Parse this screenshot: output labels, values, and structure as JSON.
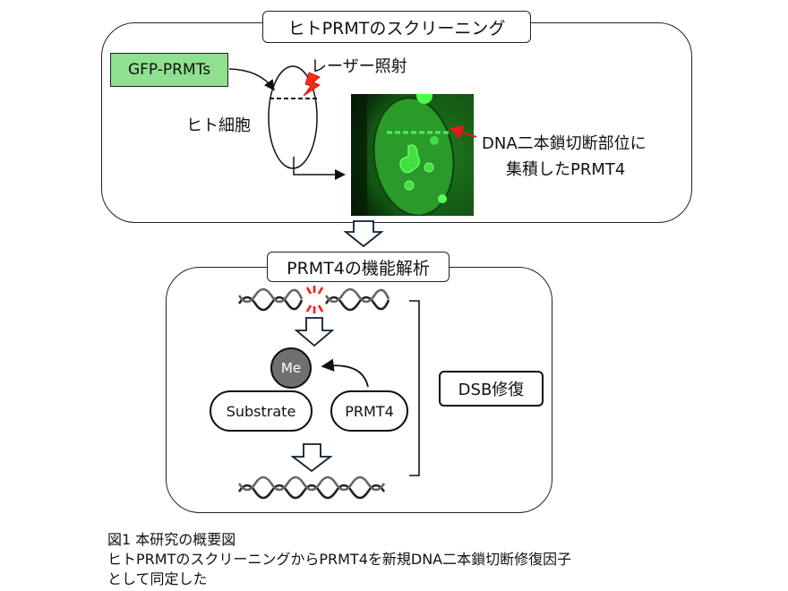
{
  "screening_panel": {
    "title": "ヒトPRMTのスクリーニング",
    "gfp_label": "GFP-PRMTs",
    "laser_label": "レーザー照射",
    "cell_label": "ヒト細胞",
    "result_label_line1": "DNA二本鎖切断部位に",
    "result_label_line2": "集積したPRMT4",
    "icons": [
      "lightning-icon",
      "cell-ellipse-icon",
      "fluorescence-microscopy-image",
      "red-arrow-icon"
    ]
  },
  "analysis_panel": {
    "title": "PRMT4の機能解析",
    "methyl_label": "Me",
    "substrate_label": "Substrate",
    "enzyme_label": "PRMT4",
    "outcome_label": "DSB修復",
    "icons": [
      "broken-dna-icon",
      "dna-break-burst-icon",
      "hollow-down-arrow-icon",
      "repaired-dna-icon",
      "bracket-icon"
    ]
  },
  "caption": {
    "line1": "図1 本研究の概要図",
    "line2": "ヒトPRMTのスクリーニングからPRMT4を新規DNA二本鎖切断修復因子",
    "line3": "として同定した"
  },
  "colors": {
    "gfp_box": "#8fe08f",
    "laser": "#ff2a1a",
    "microscopy_green": "#22b422",
    "methyl_circle": "#707070",
    "arrow_outline": "#0e1e30"
  }
}
